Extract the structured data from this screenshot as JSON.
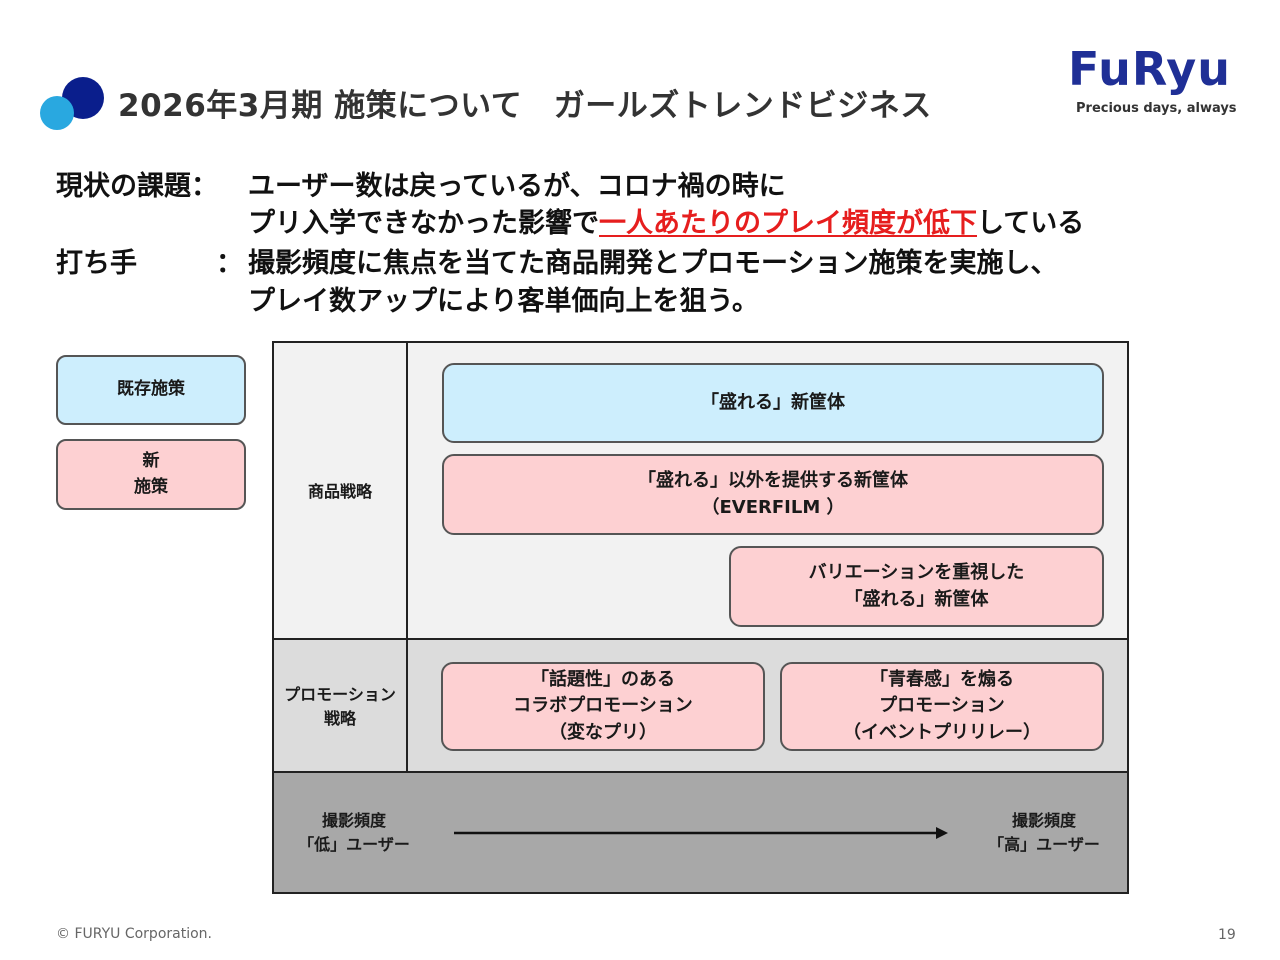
{
  "header": {
    "title": "2026年3月期 施策について　ガールズトレンドビジネス",
    "logo_text": "FuRyu",
    "logo_tagline": "Precious days, always"
  },
  "body": {
    "issue_label": "現状の課題：",
    "issue_line1": "ユーザー数は戻っているが、コロナ禍の時に",
    "issue_line2_pre": "プリ入学できなかった影響で",
    "issue_line2_highlight": "一人あたりのプレイ頻度が低下",
    "issue_line2_post": "している",
    "action_label": "打ち手",
    "action_colon": "：",
    "action_line1": "撮影頻度に焦点を当てた商品開発とプロモーション施策を実施し、",
    "action_line2": "プレイ数アップにより客単価向上を狙う。"
  },
  "legend": {
    "existing": "既存施策",
    "new_line1": "新",
    "new_line2": "施策"
  },
  "matrix": {
    "row_product": "商品戦略",
    "row_promo_line1": "プロモーション",
    "row_promo_line2": "戦略",
    "product_box1": "「盛れる」新筐体",
    "product_box2_line1": "「盛れる」以外を提供する新筐体",
    "product_box2_line2": "（EVERFILM ）",
    "product_box3_line1": "バリエーションを重視した",
    "product_box3_line2": "「盛れる」新筐体",
    "promo_box1_line1": "「話題性」のある",
    "promo_box1_line2": "コラボプロモーション",
    "promo_box1_line3": "（変なプリ）",
    "promo_box2_line1": "「青春感」を煽る",
    "promo_box2_line2": "プロモーション",
    "promo_box2_line3": "（イベントプリリレー）",
    "axis_low_line1": "撮影頻度",
    "axis_low_line2": "「低」ユーザー",
    "axis_high_line1": "撮影頻度",
    "axis_high_line2": "「高」ユーザー"
  },
  "footer": {
    "copyright": "© FURYU Corporation.",
    "page_number": "19"
  },
  "colors": {
    "existing_fill": "#cdeefd",
    "new_fill": "#fdd0d2",
    "highlight": "#e61e1e",
    "logo_blue": "#1f2f96",
    "accent_light_blue": "#29a8e0"
  }
}
